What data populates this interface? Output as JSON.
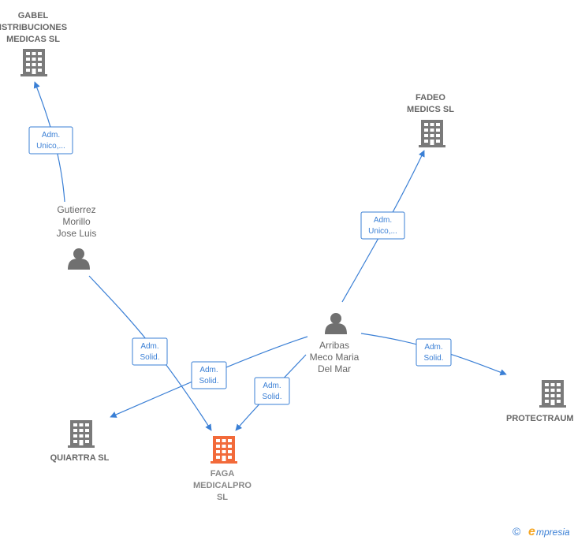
{
  "nodes": {
    "gabel": {
      "type": "company",
      "lines": [
        "GABEL",
        "ISTRIBUCIONES",
        "MEDICAS SL"
      ]
    },
    "fadeo": {
      "type": "company",
      "lines": [
        "FADEO",
        "MEDICS SL"
      ]
    },
    "gutierrez": {
      "type": "person",
      "lines": [
        "Gutierrez",
        "Morillo",
        "Jose Luis"
      ]
    },
    "arribas": {
      "type": "person",
      "lines": [
        "Arribas",
        "Meco Maria",
        "Del Mar"
      ]
    },
    "protectraum": {
      "type": "company",
      "lines": [
        "PROTECTRAUM"
      ]
    },
    "quiartra": {
      "type": "company",
      "lines": [
        "QUIARTRA SL"
      ]
    },
    "faga": {
      "type": "company",
      "main": true,
      "lines": [
        "FAGA",
        "MEDICALPRO",
        "SL"
      ]
    }
  },
  "edges": {
    "gutierrez_gabel": {
      "lines": [
        "Adm.",
        "Unico,..."
      ]
    },
    "arribas_fadeo": {
      "lines": [
        "Adm.",
        "Unico,..."
      ]
    },
    "gutierrez_faga": {
      "lines": [
        "Adm.",
        "Solid."
      ]
    },
    "arribas_quiartra": {
      "lines": [
        "Adm.",
        "Solid."
      ]
    },
    "arribas_faga": {
      "lines": [
        "Adm.",
        "Solid."
      ]
    },
    "arribas_protectraum": {
      "lines": [
        "Adm.",
        "Solid."
      ]
    }
  },
  "colors": {
    "edge": "#3a7fd5",
    "company_icon": "#7a7a7a",
    "main_company_icon": "#f26a3a",
    "person_icon": "#707070",
    "label": "#666666"
  },
  "icons": {
    "company": "building-icon",
    "person": "person-icon",
    "copyright": "copyright-icon"
  },
  "watermark": {
    "copyright": "©",
    "brand_initial": "e",
    "brand_rest": "mpresia"
  }
}
